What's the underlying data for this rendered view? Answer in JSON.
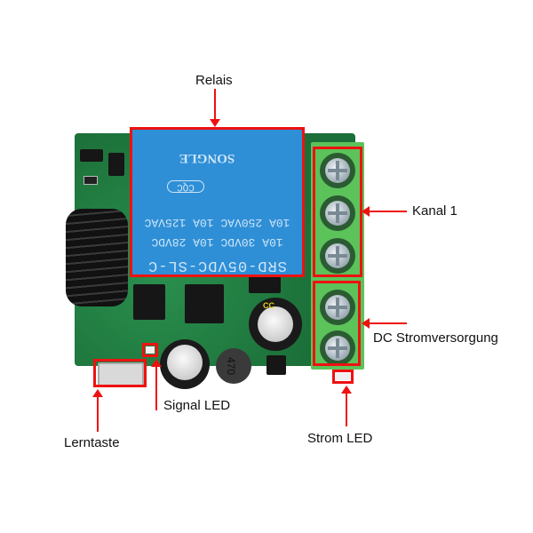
{
  "title": "Relay module annotation",
  "labels": {
    "relais": "Relais",
    "kanal1": "Kanal 1",
    "dc_supply": "DC Stromversorgung",
    "signal_led": "Signal LED",
    "lerntaste": "Lerntaste",
    "strom_led": "Strom LED"
  },
  "relay": {
    "model": "SRD-05VDC-SL-C",
    "rating1": "10A 30VDC 10A 28VDC",
    "rating2": "10A 250VAC 10A 125VAC",
    "brand": "SONGLE",
    "cert": "CQC"
  },
  "components": {
    "inductor": "470",
    "cap_mark": "CC"
  },
  "colors": {
    "annotation": "#ee1111",
    "pcb": "#1d7a3e",
    "relay": "#2f8fd6",
    "terminal": "#5cc35a"
  }
}
